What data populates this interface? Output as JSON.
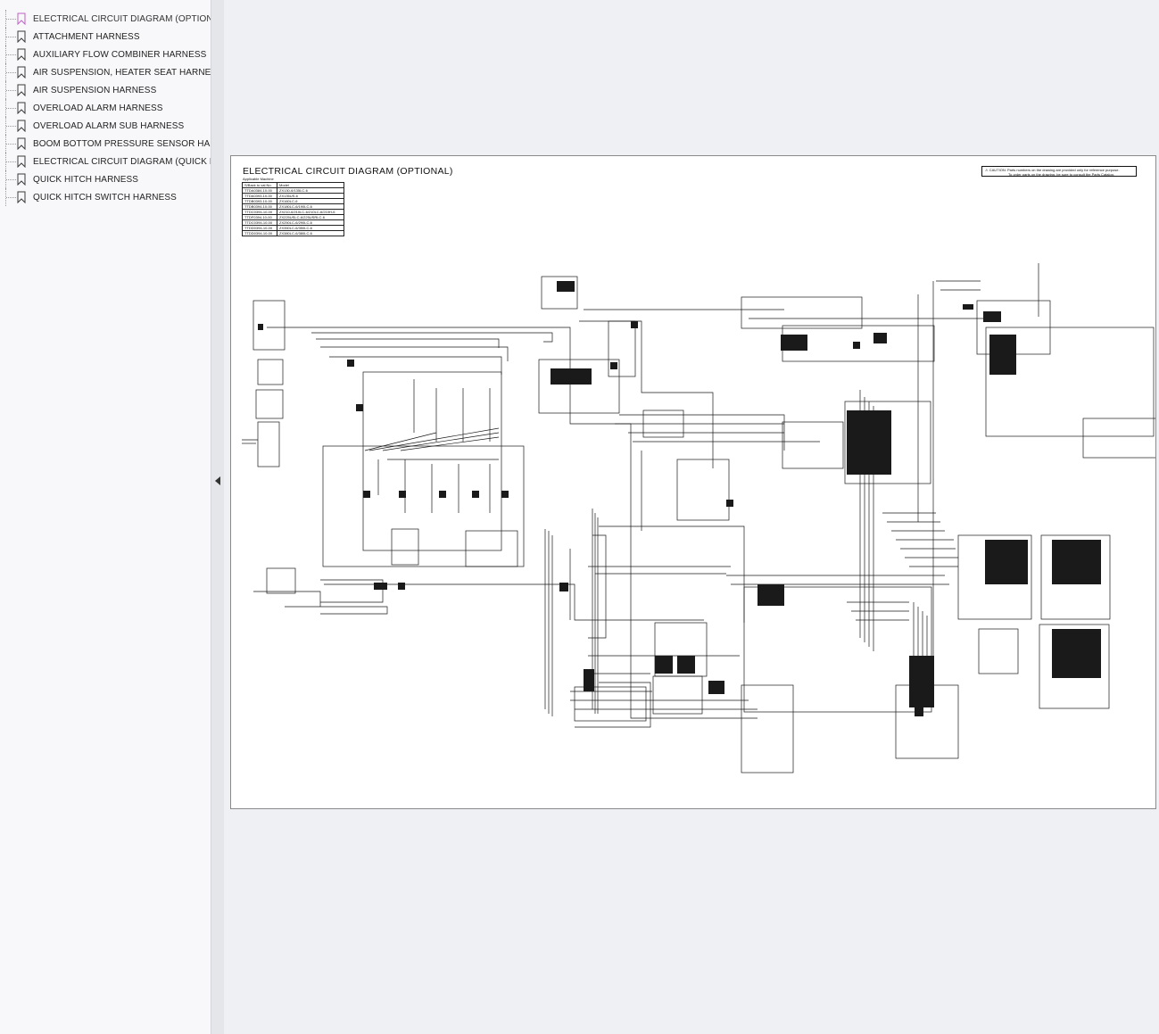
{
  "sidebar": {
    "bookmarks": [
      {
        "label": "ELECTRICAL CIRCUIT DIAGRAM (OPTIONAL)",
        "active": true
      },
      {
        "label": "ATTACHMENT HARNESS"
      },
      {
        "label": "AUXILIARY FLOW COMBINER HARNESS"
      },
      {
        "label": "AIR SUSPENSION, HEATER SEAT HARNESS"
      },
      {
        "label": "AIR SUSPENSION HARNESS"
      },
      {
        "label": "OVERLOAD ALARM HARNESS"
      },
      {
        "label": "OVERLOAD ALARM SUB HARNESS"
      },
      {
        "label": "BOOM BOTTOM PRESSURE SENSOR HARNESS"
      },
      {
        "label": "ELECTRICAL CIRCUIT DIAGRAM (QUICK HITCH)"
      },
      {
        "label": "QUICK HITCH HARNESS"
      },
      {
        "label": "QUICK HITCH SWITCH HARNESS"
      }
    ],
    "collapse_icon": "triangle-left-icon"
  },
  "document": {
    "title": "ELECTRICAL CIRCUIT DIAGRAM (OPTIONAL)",
    "applicable_label": "Applicable Machine",
    "machine_table": {
      "headers": [
        "S/Back to val.No.",
        "Model"
      ],
      "rows": [
        [
          "TTDA0384-10-00",
          "ZX130-6/135LC-6"
        ],
        [
          "TTDA0393-10-00",
          "ZX135US-6"
        ],
        [
          "TTDB0393-10-00",
          "ZX160LC-6"
        ],
        [
          "TTDB0394-10-00",
          "ZX180LC-6/190LC-6"
        ],
        [
          "TTDC0394-10-00",
          "ZX210-6/210LC-6/210LC-6/210H-6"
        ],
        [
          "TTDF0394-10-00",
          "ZX225USLC-6/225USRLC-6"
        ],
        [
          "TTDC0394-10-00",
          "ZX250LC-6/290LC-6"
        ],
        [
          "TTDD0394-10-00",
          "ZX350LC-6/350LC-6"
        ],
        [
          "TTDD0394-10-00",
          "ZX380LC-6/380LC-6"
        ]
      ]
    },
    "caution": {
      "line1": "CAUTION: Parts numbers on the drawing are provided only for reference purpose.",
      "line2": "To order parts on the drawing, be sure to consult the Parts Catalog."
    }
  },
  "colors": {
    "active_bookmark": "#c060c8",
    "bookmark_icon": "#3a3a3a",
    "wire": "#1a1a1a"
  }
}
